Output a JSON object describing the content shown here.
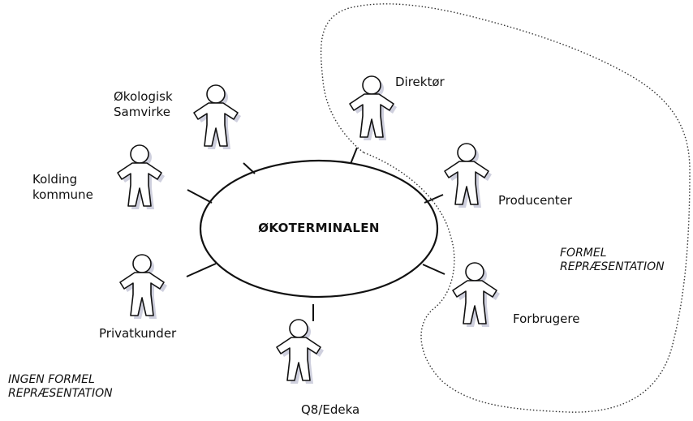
{
  "center": {
    "label": "ØKOTERMINALEN"
  },
  "actors": [
    {
      "id": "okologisk-samvirke",
      "label_lines": [
        "Økologisk",
        "Samvirke"
      ]
    },
    {
      "id": "kolding-kommune",
      "label_lines": [
        "Kolding",
        "kommune"
      ]
    },
    {
      "id": "privatkunder",
      "label_lines": [
        "Privatkunder"
      ]
    },
    {
      "id": "q8-edeka",
      "label_lines": [
        "Q8/Edeka"
      ]
    },
    {
      "id": "direktor",
      "label_lines": [
        "Direktør"
      ]
    },
    {
      "id": "producenter",
      "label_lines": [
        "Producenter"
      ]
    },
    {
      "id": "forbrugere",
      "label_lines": [
        "Forbrugere"
      ]
    }
  ],
  "groups": {
    "formal": {
      "label_lines": [
        "FORMEL",
        "REPRÆSENTATION"
      ]
    },
    "informal": {
      "label_lines": [
        "INGEN FORMEL",
        "REPRÆSENTATION"
      ]
    }
  },
  "colors": {
    "stroke": "#111111",
    "figure_shadow": "#c8c8d8",
    "background": "#ffffff"
  },
  "icons": {
    "actor": "person-figure-icon"
  }
}
